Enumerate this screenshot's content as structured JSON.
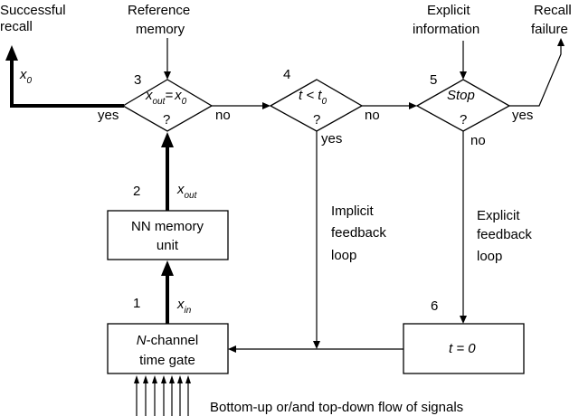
{
  "labels": {
    "successful": "Successful",
    "recall": "recall",
    "reference": "Reference",
    "memory": "memory",
    "explicit": "Explicit",
    "information": "information",
    "recall2": "Recall",
    "failure": "failure",
    "x": "x",
    "sub0": "0",
    "out": "out",
    "in": "in",
    "eq": "=",
    "q": "?",
    "t": "t",
    "lt": " < ",
    "stop": "Stop",
    "yes": "yes",
    "no": "no",
    "n1": "1",
    "n2": "2",
    "n3": "3",
    "n4": "4",
    "n5": "5",
    "n6": "6",
    "nn1": "NN memory",
    "nn2": "unit",
    "N": "N",
    "channel": "-channel",
    "timegate": "time gate",
    "t0eq": "t = 0",
    "implicit": "Implicit",
    "feedback": "feedback",
    "loop": "loop",
    "explicit2": "Explicit",
    "feedback2": "feedback",
    "loop2": "loop",
    "bottom": "Bottom-up or/and top-down flow of signals"
  }
}
